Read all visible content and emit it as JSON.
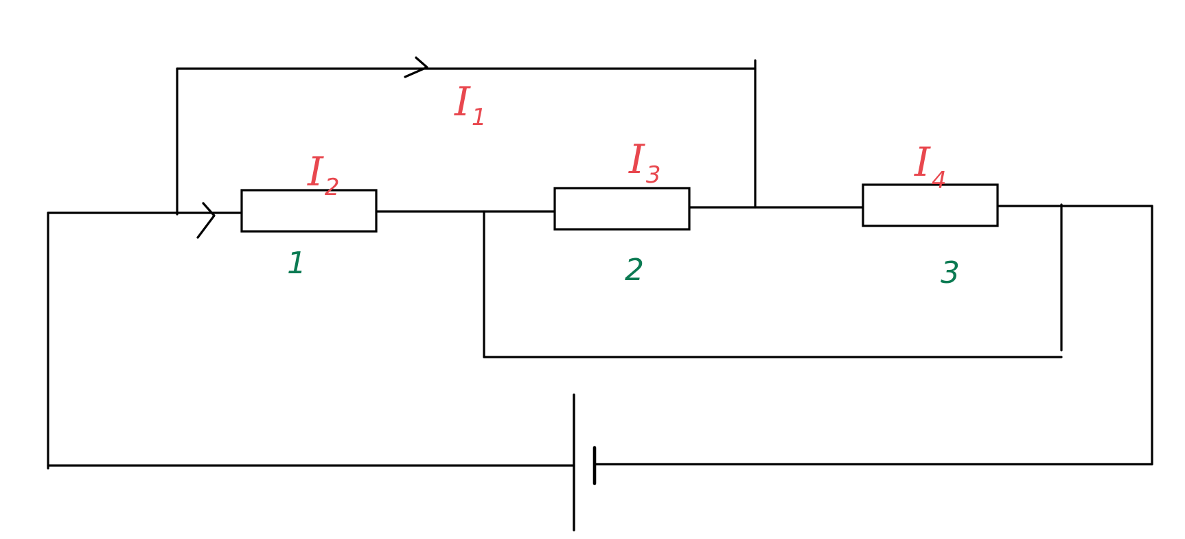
{
  "colors": {
    "wire": "#000000",
    "current_label": "#e8474e",
    "resistor_label": "#0b7a52",
    "background": "#ffffff"
  },
  "currents": [
    {
      "symbol": "I",
      "index": "1"
    },
    {
      "symbol": "I",
      "index": "2"
    },
    {
      "symbol": "I",
      "index": "3"
    },
    {
      "symbol": "I",
      "index": "4"
    }
  ],
  "resistors": [
    {
      "label": "1"
    },
    {
      "label": "2"
    },
    {
      "label": "3"
    }
  ],
  "components": {
    "source": "battery-icon",
    "current_direction": "arrow-icon"
  }
}
